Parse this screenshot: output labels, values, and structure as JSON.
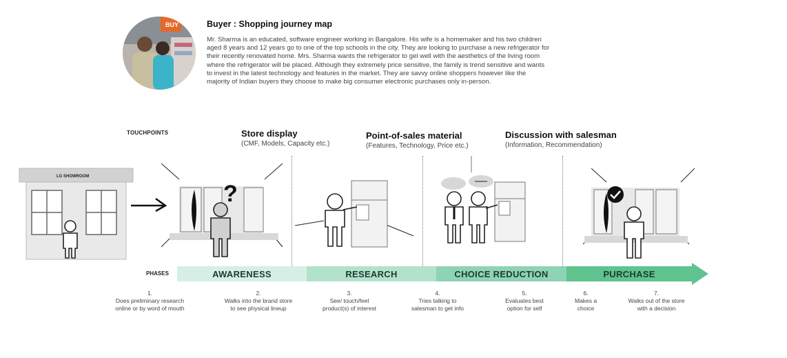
{
  "header": {
    "title": "Buyer : Shopping journey map",
    "description": "Mr. Sharma is an educated, software engineer working in Bangalore. His wife is a homemaker and his two children\naged 8 years and 12 years go to one of the top schools in the city. They are looking to purchase a new refrigerator for\ntheir recently renovated home. Mrs. Sharma wants the refrigerator to gel well with the aesthetics of the living room\nwhere the refrigerator will be placed. Although they extremely price sensitive, the family is trend sensitive and wants\nto invest in the latest technology and features in the market. They are savvy online shoppers however like the\nmajority of Indian buyers they choose to make big consumer electronic purchases only in-person.",
    "photo_sign": "BUY"
  },
  "touchpoints": {
    "label": "TOUCHPOINTS",
    "showroom_sign": "LG SHOWROOM",
    "items": [
      {
        "title": "Store display",
        "subtitle": "(CMF, Models, Capacity etc.)"
      },
      {
        "title": "Point-of-sales material",
        "subtitle": "(Features, Technology, Price etc.)"
      },
      {
        "title": "Discussion with salesman",
        "subtitle": "(Information, Recommendation)"
      }
    ]
  },
  "phases": {
    "label": "PHASES",
    "items": [
      {
        "name": "AWARENESS",
        "color": "#d6efe4"
      },
      {
        "name": "RESEARCH",
        "color": "#b2e1cc"
      },
      {
        "name": "CHOICE REDUCTION",
        "color": "#8ed3b4"
      },
      {
        "name": "PURCHASE",
        "color": "#5ec38f"
      }
    ]
  },
  "steps": [
    "1.\nDoes preliminary research\nonline or by word of mouth",
    "2.\nWalks into the brand store\nto see physical lineup",
    "3.\nSee/ touch/feel\nproduct(s) of interest",
    "4.\nTries talking to\nsalesman to get info",
    "5.\nEvaluates best\noption for self",
    "6.\nMakes a\nchoice",
    "7.\nWalks out of the store\nwith a decision"
  ],
  "icons": [
    "person-icon",
    "refrigerator-icon",
    "question-mark-icon",
    "checkmark-icon",
    "speech-bubble-icon",
    "arrow-right-icon"
  ]
}
